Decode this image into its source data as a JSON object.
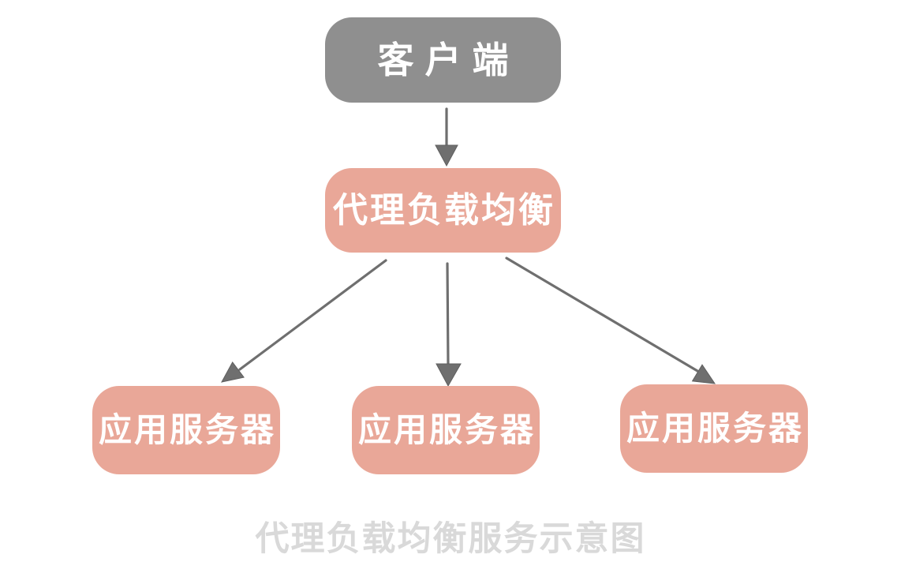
{
  "diagram": {
    "caption": "代理负载均衡服务示意图",
    "nodes": {
      "client": {
        "label": "客户端",
        "fill": "#8f8f8f",
        "text_color": "#ffffff"
      },
      "proxy": {
        "label": "代理负载均衡",
        "fill": "#e9a798",
        "text_color": "#ffffff"
      },
      "server1": {
        "label": "应用服务器",
        "fill": "#e9a798",
        "text_color": "#ffffff"
      },
      "server2": {
        "label": "应用服务器",
        "fill": "#e9a798",
        "text_color": "#ffffff"
      },
      "server3": {
        "label": "应用服务器",
        "fill": "#e9a798",
        "text_color": "#ffffff"
      }
    },
    "edges": [
      {
        "from": "client",
        "to": "proxy"
      },
      {
        "from": "proxy",
        "to": "server1"
      },
      {
        "from": "proxy",
        "to": "server2"
      },
      {
        "from": "proxy",
        "to": "server3"
      }
    ],
    "colors": {
      "arrow": "#6f6f6f",
      "caption_text": "#d9d9d9",
      "background": "#ffffff"
    },
    "style": "hand-drawn flowchart"
  }
}
